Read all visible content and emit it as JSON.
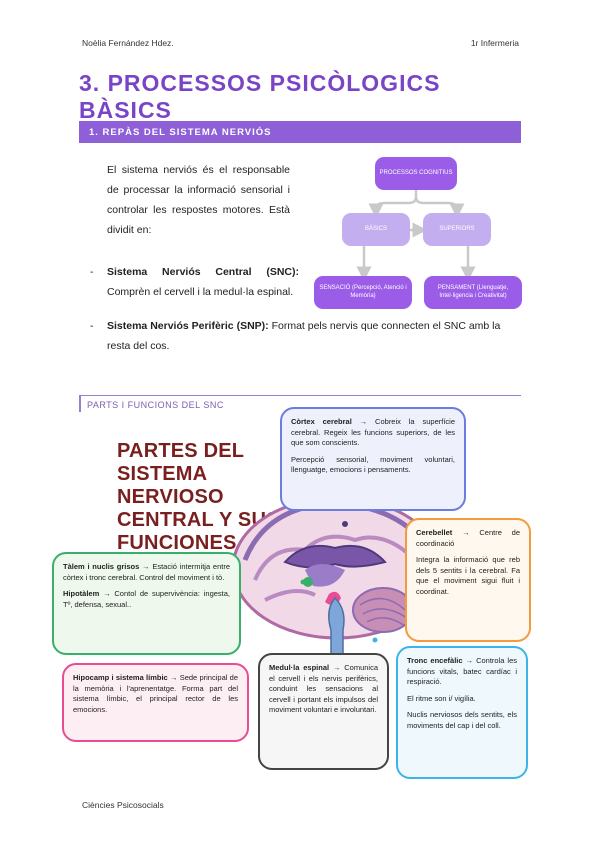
{
  "header": {
    "author": "Noèlia Fernández Hdez.",
    "course": "1r Infermeria"
  },
  "title": "3. PROCESSOS PSICÒLOGICS BÀSICS",
  "section1": {
    "heading": "1. REPÀS DEL SISTEMA NERVIÓS",
    "intro": "El sistema nerviós és el responsable de processar la informació sensorial i controlar les respostes motores. Està dividit en:",
    "bullets": [
      {
        "dash": "-",
        "term": "Sistema Nerviós Central (SNC):",
        "text": " Comprèn el cervell i la medul·la espinal."
      },
      {
        "dash": "-",
        "term": "Sistema Nerviós Perifèric (SNP):",
        "text": " Format pels nervis que connecten el SNC amb la resta del cos."
      }
    ]
  },
  "diagram": {
    "top": "PROCESSOS COGNITIUS",
    "basic": "BÀSICS",
    "superior": "SUPERIORS",
    "sensation": "SENSACIÓ (Percepció, Atenció i Memòria)",
    "thought": "PENSAMENT (Llenguatje, Intel·ligencia i Creativitat)",
    "colors": {
      "dark": "#9b5ce8",
      "light": "#c3aef0"
    }
  },
  "subsection": {
    "heading": "PARTS I FUNCIONS DEL SNC"
  },
  "infographic": {
    "title": "PARTES DEL SISTEMA NERVIOSO CENTRAL Y SUS FUNCIONES",
    "callouts": {
      "cortex": {
        "term": "Còrtex cerebral →",
        "p1": " Cobreix la superfície cerebral. Regeix les funcions superiors, de les que som conscients.",
        "p2": "Percepció sensorial, moviment voluntari, llenguatge, emocions i pensaments.",
        "color": "#6b7de0"
      },
      "cerebellum": {
        "term": "Cerebellet",
        "p1": " → Centre de coordinació",
        "p2": "Integra la informació que reb dels 5 sentits i la cerebral. Fa que el moviment sigui fluit i coordinat.",
        "color": "#f39a3f"
      },
      "thalamus": {
        "term1": "Tàlem i nuclis grisos",
        "p1": " → Estació intermitja entre còrtex i tronc cerebral. Control del moviment i tò.",
        "term2": "Hipotàlem",
        "p2": " → Contol de supervivència: ingesta, Tº, defensa, sexual..",
        "color": "#38b069"
      },
      "hippocampus": {
        "term": "Hipocamp i sistema límbic",
        "p1": " → Sede principal de la memòria i l'aprenentatge. Forma part del sistema límbic, el principal rector de les emocions.",
        "color": "#ea4c94"
      },
      "spinal": {
        "term": "Medul·la espinal",
        "p1": " → Comunica el cervell i els nervis perifèrics, conduint les sensacions al cervell i portant els impulsos del moviment voluntari e involuntari.",
        "color": "#444444"
      },
      "brainstem": {
        "term": "Tronc encefàlic",
        "p1": " → Controla les funcions vitals, batec cardíac i respiració.",
        "p2": "El ritme son i/ vigília.",
        "p3": "Nuclis nerviosos dels sentits, els moviments del cap i del coll.",
        "color": "#3cb4e8"
      }
    }
  },
  "footer": "Ciències Psicosocials"
}
